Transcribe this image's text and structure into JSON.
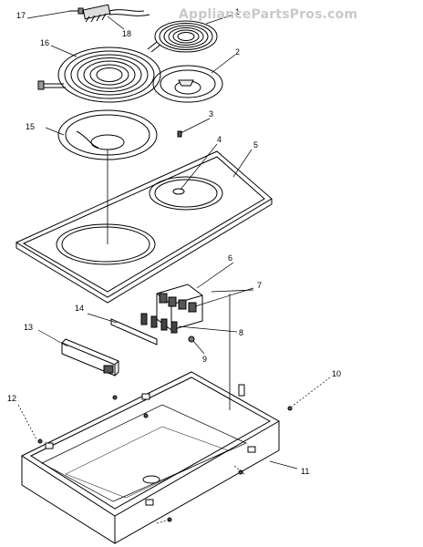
{
  "watermark": "AppliancePartsPros.com",
  "callouts": {
    "c1": "1",
    "c2": "2",
    "c3": "3",
    "c4": "4",
    "c5": "5",
    "c6": "6",
    "c7": "7",
    "c8": "8",
    "c9": "9",
    "c10": "10",
    "c11": "11",
    "c12": "12",
    "c13": "13",
    "c14": "14",
    "c15": "15",
    "c16": "16",
    "c17": "17",
    "c18": "18"
  }
}
